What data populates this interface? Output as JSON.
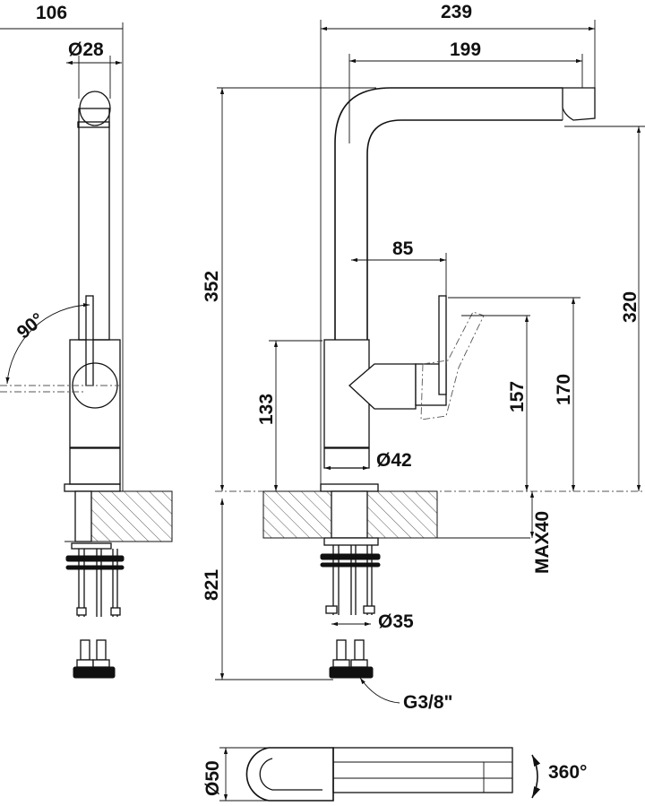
{
  "dimensions": {
    "side_width": "106",
    "side_diameter_top": "Ø28",
    "rotation_angle": "90°",
    "total_length": "239",
    "spout_reach": "199",
    "lever_offset": "85",
    "total_height": "352",
    "spout_height": "320",
    "lever_base_height": "133",
    "lever_height_157": "157",
    "lever_height_170": "170",
    "body_diameter": "Ø42",
    "max_thickness": "MAX40",
    "hose_length": "821",
    "shank_diameter": "Ø35",
    "thread_size": "G3/8\"",
    "bottom_diameter": "Ø50",
    "swivel_angle": "360°"
  },
  "colors": {
    "line": "#111111",
    "hatch": "#555555"
  }
}
